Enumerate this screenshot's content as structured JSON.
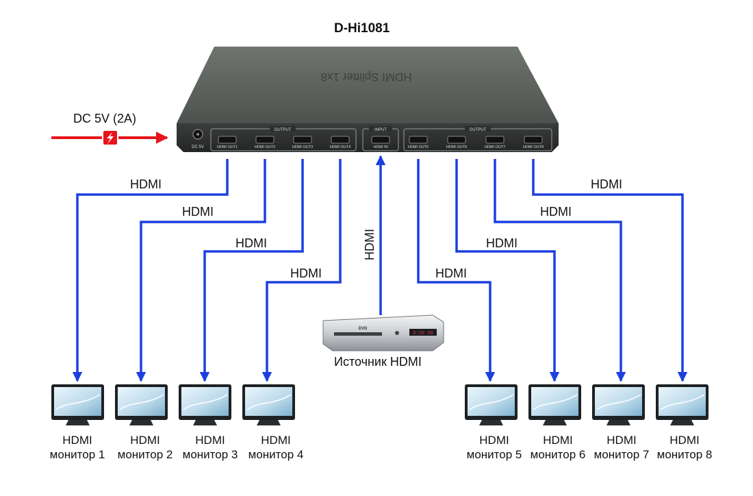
{
  "title": "D-Hi1081",
  "device": {
    "top_print": "HDMI Splitter 1x8",
    "dc_port_label": "DC 5V",
    "output_group_label": "OUTPUT",
    "input_group_label": "INPUT",
    "ports_left": [
      "HDMI OUT1",
      "HDMI OUT2",
      "HDMI OUT3",
      "HDMI OUT4"
    ],
    "port_in": "HDMI IN",
    "ports_right": [
      "HDMI OUT5",
      "HDMI OUT6",
      "HDMI OUT7",
      "HDMI OUT8"
    ]
  },
  "power": {
    "label": "DC 5V (2A)",
    "color": "#e8141b"
  },
  "cable_label": "HDMI",
  "cable_color": "#1c3fe0",
  "source": {
    "label": "Источник HDMI",
    "front_logo": "DVD",
    "display_text": "9:20 39"
  },
  "monitors": [
    {
      "line1": "HDMI",
      "line2": "монитор 1"
    },
    {
      "line1": "HDMI",
      "line2": "монитор 2"
    },
    {
      "line1": "HDMI",
      "line2": "монитор 3"
    },
    {
      "line1": "HDMI",
      "line2": "монитор 4"
    },
    {
      "line1": "HDMI",
      "line2": "монитор 5"
    },
    {
      "line1": "HDMI",
      "line2": "монитор 6"
    },
    {
      "line1": "HDMI",
      "line2": "монитор 7"
    },
    {
      "line1": "HDMI",
      "line2": "монитор 8"
    }
  ]
}
